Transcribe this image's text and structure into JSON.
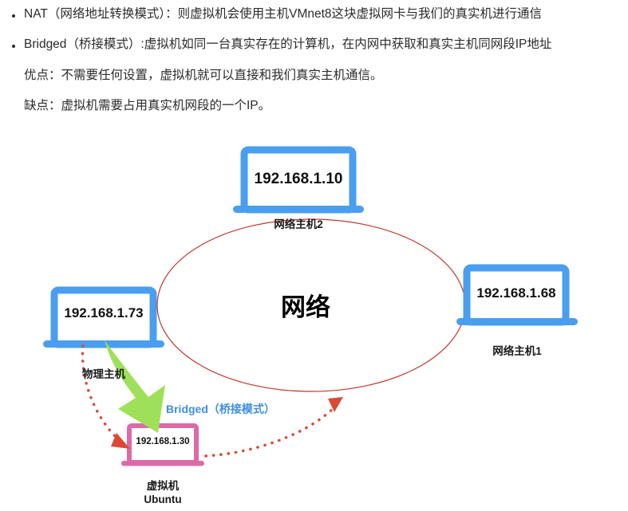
{
  "document": {
    "bullets": [
      {
        "marker": "bullet",
        "text": "NAT（网络地址转换模式）：则虚拟机会使用主机VMnet8这块虚拟网卡与我们的真实机进行通信"
      },
      {
        "marker": "bullet",
        "text": "Bridged（桥接模式）:虚拟机如同一台真实存在的计算机，在内网中获取和真实主机同网段IP地址"
      }
    ],
    "sub_lines": [
      "优点：不需要任何设置，虚拟机就可以直接和我们真实主机通信。",
      "缺点：虚拟机需要占用真实机网段的一个IP。"
    ]
  },
  "diagram": {
    "center_label": "网络",
    "annotation": "Bridged（桥接模式）",
    "nodes": [
      {
        "id": "host2",
        "ip": "192.168.1.10",
        "label": "网络主机2",
        "color": "#4a9ef0"
      },
      {
        "id": "physical-host",
        "ip": "192.168.1.73",
        "label": "物理主机",
        "color": "#4a9ef0"
      },
      {
        "id": "host1",
        "ip": "192.168.1.68",
        "label": "网络主机1",
        "color": "#4a9ef0"
      },
      {
        "id": "vm",
        "ip": "192.168.1.30",
        "label_line1": "虚拟机",
        "label_line2": "Ubuntu",
        "color": "#dd6aa8"
      }
    ],
    "colors": {
      "laptop_blue": "#4a9ef0",
      "laptop_pink": "#dd6aa8",
      "ellipse_red": "#c0392b",
      "arrow_green": "#9fe05a",
      "arrow_red": "#d94a36",
      "annotation_blue": "#3f8ee0"
    }
  }
}
